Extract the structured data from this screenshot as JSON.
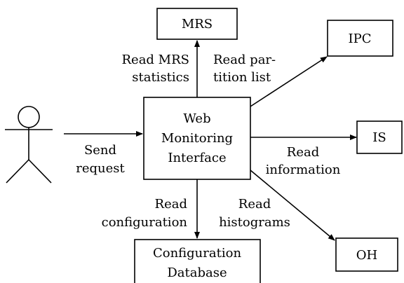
{
  "nodes": {
    "mrs": "MRS",
    "ipc": "IPC",
    "is": "IS",
    "oh": "OH",
    "web": [
      "Web",
      "Monitoring",
      "Interface"
    ],
    "config_db": [
      "Configuration",
      "Database"
    ]
  },
  "edges": {
    "send_request": [
      "Send",
      "request"
    ],
    "read_mrs": [
      "Read MRS",
      "statistics"
    ],
    "read_partition": [
      "Read par-",
      "tition list"
    ],
    "read_information": [
      "Read",
      "information"
    ],
    "read_histograms": [
      "Read",
      "histograms"
    ],
    "read_configuration": [
      "Read",
      "configuration"
    ]
  }
}
